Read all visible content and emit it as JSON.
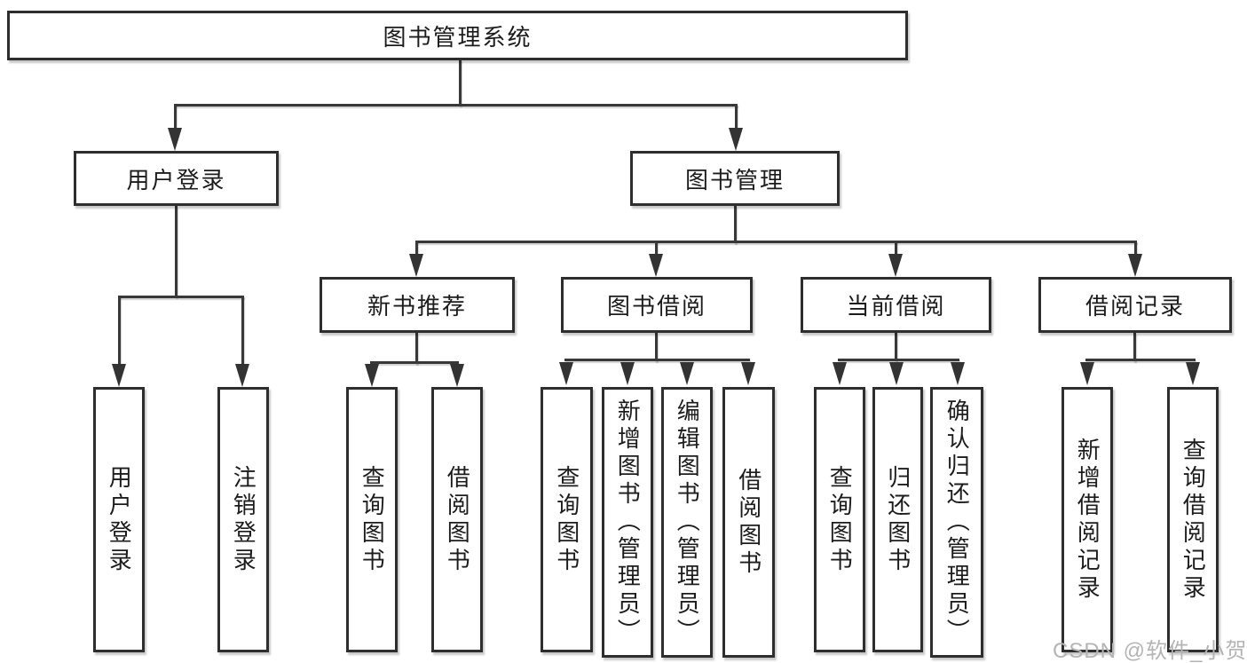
{
  "diagram_title": "图书管理系统",
  "nodes": {
    "root": {
      "label": "图书管理系统"
    },
    "user_login": {
      "label": "用户登录"
    },
    "book_management": {
      "label": "图书管理"
    },
    "new_book_recommend": {
      "label": "新书推荐"
    },
    "book_borrow": {
      "label": "图书借阅"
    },
    "current_borrow": {
      "label": "当前借阅"
    },
    "borrow_record": {
      "label": "借阅记录"
    },
    "user_login_leaf": {
      "label": "用户登录"
    },
    "logout_leaf": {
      "label": "注销登录"
    },
    "recommend_query_book": {
      "label": "查询图书"
    },
    "recommend_borrow_book": {
      "label": "借阅图书"
    },
    "borrow_query_book": {
      "label": "查询图书"
    },
    "borrow_add_book": {
      "label": "新增图书（管理员）"
    },
    "borrow_edit_book": {
      "label": "编辑图书（管理员）"
    },
    "borrow_borrow_book": {
      "label": "借阅图书"
    },
    "current_query_book": {
      "label": "查询图书"
    },
    "current_return_book": {
      "label": "归还图书"
    },
    "current_confirm_return": {
      "label": "确认归还（管理员）"
    },
    "record_add_record": {
      "label": "新增借阅记录"
    },
    "record_query_record": {
      "label": "查询借阅记录"
    }
  },
  "watermark": "CSDN @软件_小贺同学",
  "colors": {
    "box_border": "#2e2e2e",
    "connector": "#383838",
    "text": "#1c1c1c",
    "watermark": "#b4b4b4",
    "background": "#ffffff"
  }
}
